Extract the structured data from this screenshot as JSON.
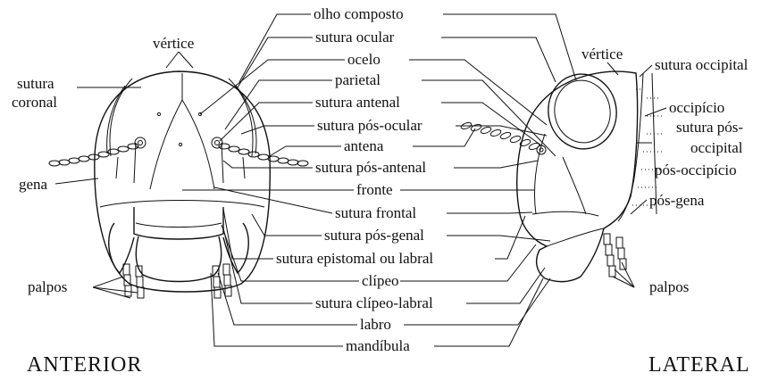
{
  "views": {
    "anterior": "ANTERIOR",
    "lateral": "LATERAL"
  },
  "labels": {
    "olho_composto": "olho composto",
    "sutura_ocular": "sutura ocular",
    "ocelo": "ocelo",
    "parietal": "parietal",
    "sutura_antenal": "sutura antenal",
    "sutura_pos_ocular": "sutura pós-ocular",
    "antena": "antena",
    "sutura_pos_antenal": "sutura pós-antenal",
    "fronte": "fronte",
    "sutura_frontal": "sutura frontal",
    "sutura_pos_genal": "sutura pós-genal",
    "sutura_epistomal": "sutura epistomal ou labral",
    "clipeo": "clípeo",
    "sutura_clipeo_labral": "sutura clípeo-labral",
    "labro": "labro",
    "mandibula": "mandíbula",
    "vertice_left": "vértice",
    "sutura_coronal_1": "sutura",
    "sutura_coronal_2": "coronal",
    "gena": "gena",
    "palpos_left": "palpos",
    "vertice_right": "vértice",
    "sutura_occipital": "sutura occipital",
    "occipicio": "occipício",
    "sutura_pos_occipital_1": "sutura pós-",
    "sutura_pos_occipital_2": "occipital",
    "pos_occipicio": "pós-occipício",
    "pos_gena": "pós-gena",
    "palpos_right": "palpos"
  }
}
